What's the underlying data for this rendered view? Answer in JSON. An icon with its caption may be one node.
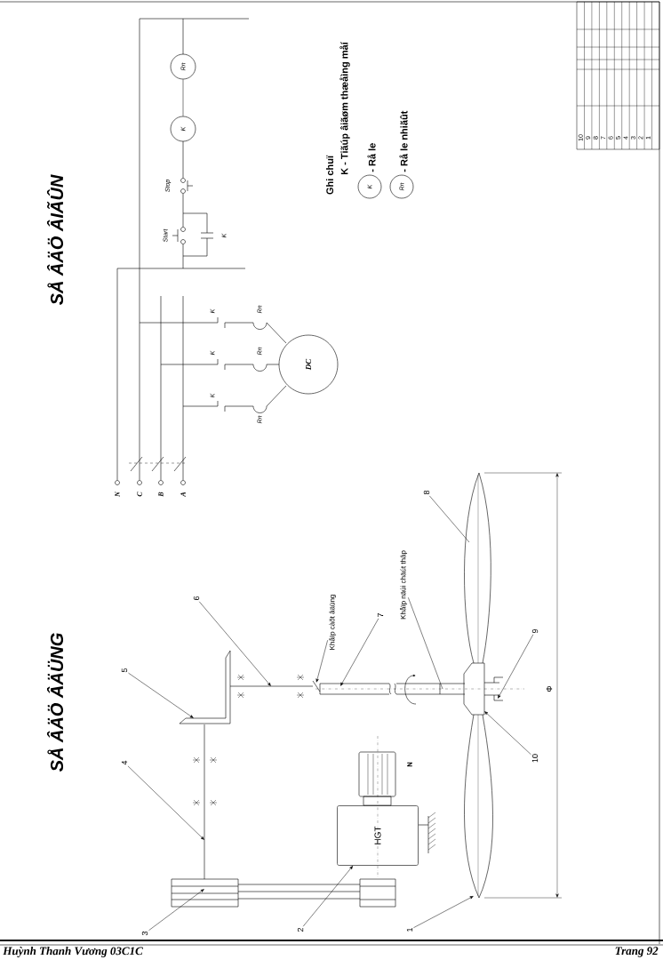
{
  "diagram": {
    "nodes": [
      {
        "text": [
          "Rn"
        ]
      },
      {
        "text": [
          "K"
        ]
      },
      {
        "text": [
          "DC"
        ]
      },
      {
        "text": [
          "K"
        ],
        "beside": [
          "- Rå le"
        ]
      },
      {
        "text": [
          "Rn"
        ],
        "beside": [
          "- Rå le nhiãût"
        ]
      },
      {
        "text": [
          "HGT"
        ]
      },
      {
        "text": [
          "1"
        ]
      },
      {
        "text": [
          "2"
        ]
      },
      {
        "text": [
          "3"
        ]
      },
      {
        "text": [
          "4"
        ]
      },
      {
        "text": [
          "5"
        ]
      },
      {
        "text": [
          "6"
        ]
      },
      {
        "text": [
          "7"
        ]
      },
      {
        "text": [
          "8"
        ]
      },
      {
        "text": [
          "9"
        ]
      },
      {
        "text": [
          "10"
        ]
      },
      {
        "text": [
          "Khåïp càõt âäüng"
        ]
      },
      {
        "text": [
          "Khåïp näúi chäút thâp"
        ]
      }
    ],
    "edges": [
      {
        "from": 1,
        "to": 0,
        "arrow": "none"
      },
      {
        "from": 6,
        "to": null,
        "arrow": "to"
      },
      {
        "from": 7,
        "to": 5,
        "arrow": "to"
      },
      {
        "from": 8,
        "to": null,
        "arrow": "to"
      },
      {
        "from": 9,
        "to": null,
        "arrow": "to"
      },
      {
        "from": 10,
        "to": null,
        "arrow": "to"
      },
      {
        "from": 11,
        "to": null,
        "arrow": "to"
      },
      {
        "from": 12,
        "to": null,
        "arrow": "to"
      },
      {
        "from": 13,
        "to": null,
        "arrow": "none"
      },
      {
        "from": 14,
        "to": null,
        "arrow": "to"
      },
      {
        "from": 15,
        "to": null,
        "arrow": "to"
      },
      {
        "from": 16,
        "to": null,
        "arrow": "to"
      },
      {
        "from": 17,
        "to": null,
        "arrow": "none"
      }
    ],
    "labels": [
      "SÅ ÂÄÖ ÂIÃÛN",
      "SÅ ÂÄÖ ÂÄÜNG",
      "N",
      "C",
      "B",
      "A",
      "K",
      "K",
      "K",
      "Rn",
      "Rn",
      "Rn",
      "Start",
      "Stop",
      "K",
      "Ghi chuï",
      "K - Tiãúp âiãøm thæåìng måí",
      "N",
      "Φ",
      "10",
      "9",
      "8",
      "7",
      "6",
      "5",
      "4",
      "3",
      "2",
      "1",
      "Huỳnh Thanh Vương 03C1C",
      "Trang 92"
    ]
  }
}
